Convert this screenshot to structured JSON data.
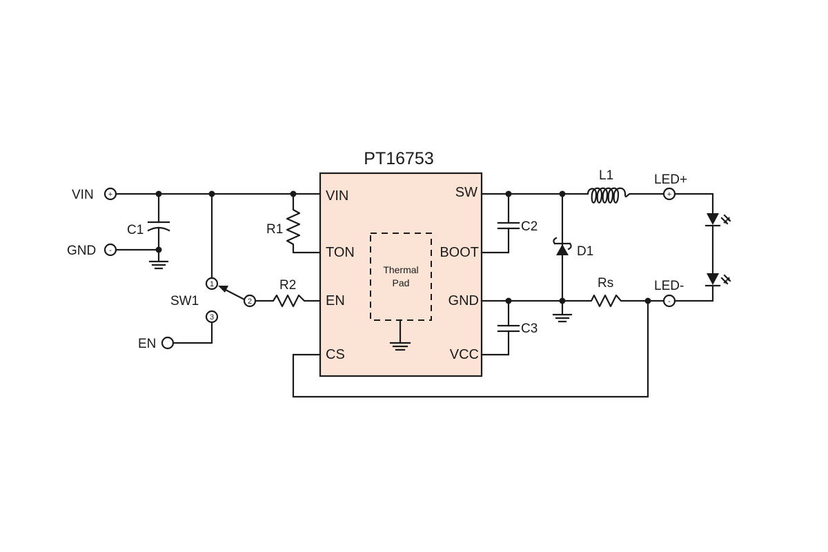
{
  "ic": {
    "part_number": "PT16753",
    "body_color": "#fbe4d5",
    "thermal_pad": [
      "Thermal",
      "Pad"
    ],
    "pins_left": [
      "VIN",
      "TON",
      "EN",
      "CS"
    ],
    "pins_right": [
      "SW",
      "BOOT",
      "GND",
      "VCC"
    ]
  },
  "terminals": {
    "vin": {
      "label": "VIN",
      "sign": "+"
    },
    "gnd": {
      "label": "GND",
      "sign": "-"
    },
    "en": {
      "label": "EN"
    },
    "led_plus": {
      "label": "LED+",
      "sign": "+"
    },
    "led_minus": {
      "label": "LED-",
      "sign": "-"
    }
  },
  "components": {
    "c1": "C1",
    "r1": "R1",
    "r2": "R2",
    "sw1": {
      "label": "SW1",
      "pins": [
        "1",
        "2",
        "3"
      ]
    },
    "c2": "C2",
    "c3": "C3",
    "d1": "D1",
    "l1": "L1",
    "rs": "Rs"
  }
}
